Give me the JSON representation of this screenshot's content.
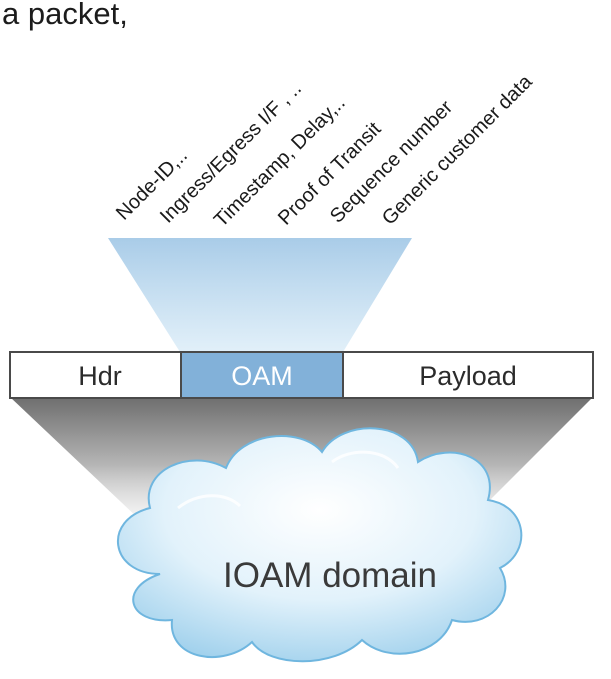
{
  "intro_text": "a packet,",
  "data_fields": [
    "Node-ID,..",
    "Ingress/Egress I/F , ..",
    "Timestamp, Delay,..",
    "Proof of Transit",
    "Sequence number",
    "Generic customer data"
  ],
  "packet": {
    "hdr": "Hdr",
    "oam": "OAM",
    "payload": "Payload"
  },
  "cloud_label": "IOAM domain",
  "colors": {
    "oam_fill": "#82b1d9",
    "funnel": "#b7d6ec",
    "cloud": "#c5e4f5",
    "shadow": "#9a9a9a"
  }
}
